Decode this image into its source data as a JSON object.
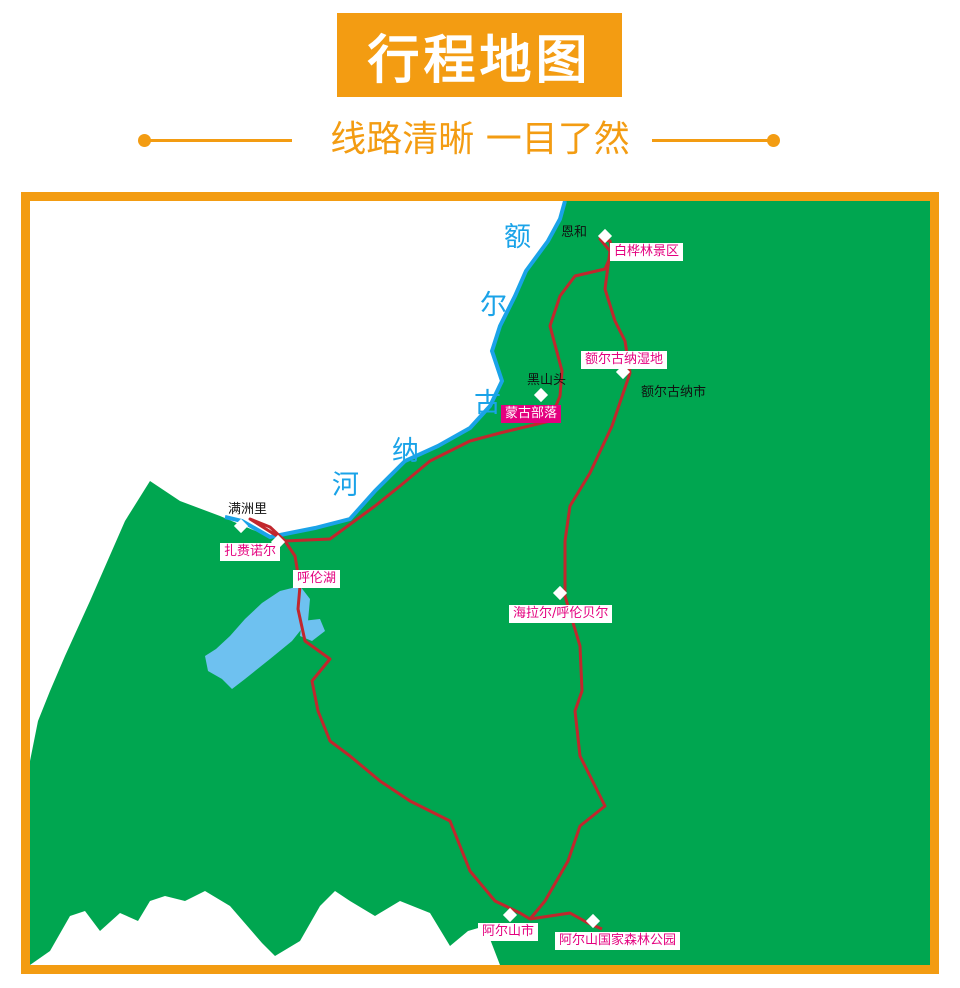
{
  "header": {
    "title": "行程地图",
    "subtitle": "线路清晰 一目了然"
  },
  "colors": {
    "accent": "#f39c12",
    "land": "#00a650",
    "route": "#c1272d",
    "river": "#1aa3e8",
    "lake": "#6ec1f0",
    "label_text": "#e4007f",
    "label_highlight": "#e4007f"
  },
  "map": {
    "river_name": [
      "额",
      "尔",
      "古",
      "纳",
      "河"
    ],
    "places": [
      {
        "key": "enhe",
        "name": "恩和",
        "style": "plain",
        "marker": true
      },
      {
        "key": "baihua",
        "name": "白桦林景区",
        "style": "boxed",
        "marker": false
      },
      {
        "key": "wetland",
        "name": "额尔古纳湿地",
        "style": "boxed",
        "marker": false
      },
      {
        "key": "ergun_city",
        "name": "额尔古纳市",
        "style": "plain",
        "marker": true
      },
      {
        "key": "heishantou",
        "name": "黑山头",
        "style": "plain",
        "marker": true
      },
      {
        "key": "mongol",
        "name": "蒙古部落",
        "style": "highlight",
        "marker": false
      },
      {
        "key": "manzhouli",
        "name": "满洲里",
        "style": "plain",
        "marker": true
      },
      {
        "key": "zhalai",
        "name": "扎赉诺尔",
        "style": "boxed",
        "marker": true
      },
      {
        "key": "hulun_lake",
        "name": "呼伦湖",
        "style": "boxed",
        "marker": false
      },
      {
        "key": "hailar",
        "name": "海拉尔/呼伦贝尔",
        "style": "boxed",
        "marker": true
      },
      {
        "key": "arxan_city",
        "name": "阿尔山市",
        "style": "boxed",
        "marker": true
      },
      {
        "key": "arxan_park",
        "name": "阿尔山国家森林公园",
        "style": "boxed",
        "marker": true
      }
    ]
  }
}
